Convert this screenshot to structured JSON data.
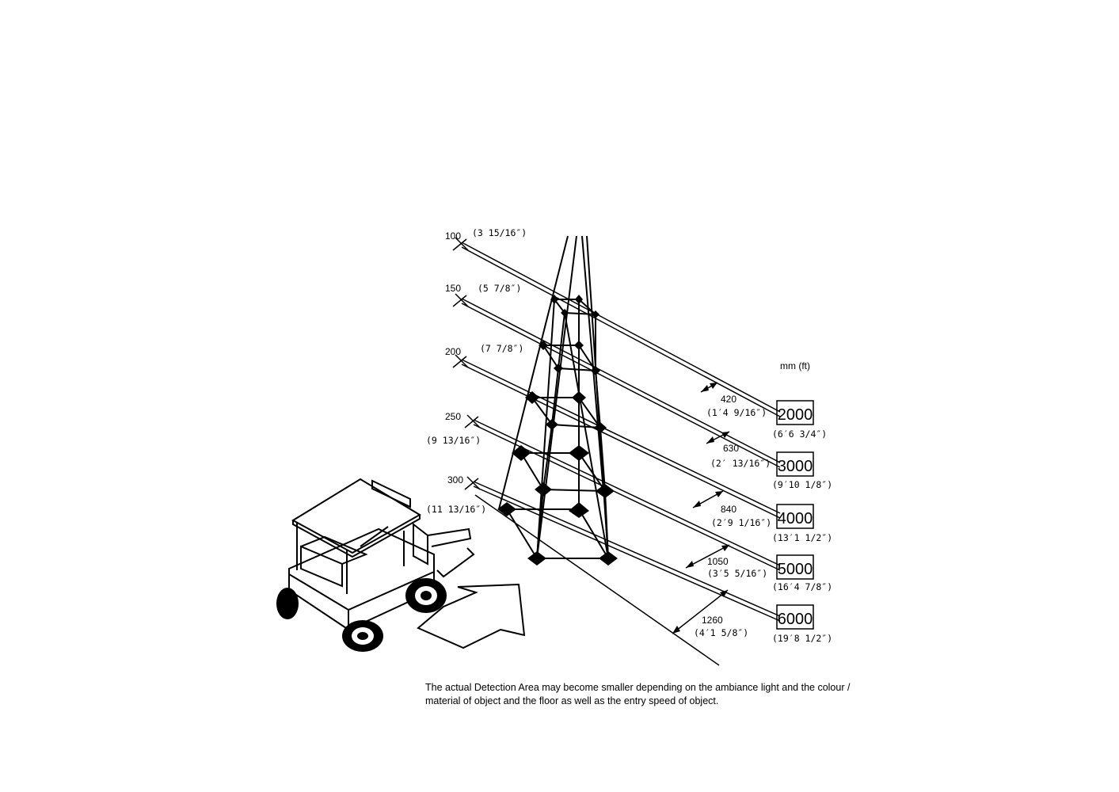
{
  "units_label": "mm (ft)",
  "heights": [
    {
      "mm": "100",
      "inch": "(3 15/16″)"
    },
    {
      "mm": "150",
      "inch": "(5 7/8″)"
    },
    {
      "mm": "200",
      "inch": "(7 7/8″)"
    },
    {
      "mm": "250",
      "inch": "(9 13/16″)"
    },
    {
      "mm": "300",
      "inch": "(11 13/16″)"
    }
  ],
  "widths": [
    {
      "mm": "420",
      "ftin": "(1′4 9/16″)"
    },
    {
      "mm": "630",
      "ftin": "(2′ 13/16″)"
    },
    {
      "mm": "840",
      "ftin": "(2′9 1/16″)"
    },
    {
      "mm": "1050",
      "ftin": "(3′5 5/16″)"
    },
    {
      "mm": "1260",
      "ftin": "(4′1 5/8″)"
    }
  ],
  "distances": [
    {
      "mm": "2000",
      "ftin": "(6′6 3/4″)"
    },
    {
      "mm": "3000",
      "ftin": "(9′10 1/8″)"
    },
    {
      "mm": "4000",
      "ftin": "(13′1 1/2″)"
    },
    {
      "mm": "5000",
      "ftin": "(16′4 7/8″)"
    },
    {
      "mm": "6000",
      "ftin": "(19′8 1/2″)"
    }
  ],
  "note_line1": "The actual Detection Area may become smaller depending on the ambiance light and the colour /",
  "note_line2": "material of object and the floor as well as the entry speed of object."
}
